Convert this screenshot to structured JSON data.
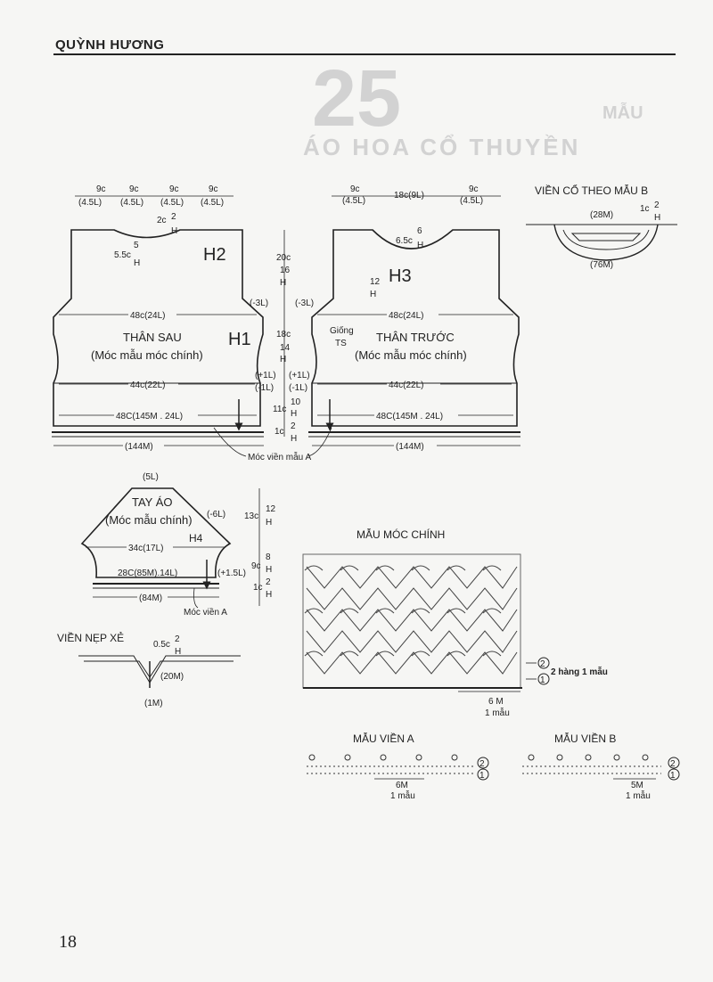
{
  "header": {
    "title": "QUỲNH HƯƠNG"
  },
  "page_number": "18",
  "ghost": {
    "number": "25",
    "title": "ÁO HOA CỔ THUYỀN",
    "mau": "MẪU"
  },
  "back": {
    "top_widths": [
      "9c",
      "9c",
      "9c",
      "9c"
    ],
    "top_sub": [
      "(4.5L)",
      "(4.5L)",
      "(4.5L)",
      "(4.5L)"
    ],
    "neck_depth": "5.5c",
    "neck_h": "5",
    "neck_h2": "H",
    "neck_side": "2c",
    "neck_side_h": "2",
    "h": "H",
    "label": "H2",
    "width_48": "48c(24L)",
    "title": "THÂN SAU",
    "subtitle": "(Móc mẫu móc chính)",
    "num": "H1",
    "width_44": "44c(22L)",
    "bottom": "48C(145M . 24L)",
    "chain": "(144M)",
    "dec": "(-3L)"
  },
  "front": {
    "top_left": "9c",
    "top_left_sub": "(4.5L)",
    "top_mid": "18c(9L)",
    "top_right": "9c",
    "top_right_sub": "(4.5L)",
    "neck_depth": "6.5c",
    "neck_h": "6",
    "neck_h2": "H",
    "armhole": "12",
    "armhole_h": "H",
    "label": "H3",
    "dec": "(-3L)",
    "same": "Giống",
    "same2": "TS",
    "width_48": "48c(24L)",
    "title": "THÂN TRƯỚC",
    "subtitle": "(Móc mẫu móc chính)",
    "width_44": "44c(22L)",
    "bottom": "48C(145M . 24L)",
    "chain": "(144M)"
  },
  "center": {
    "c20": "20c",
    "h16": "16",
    "h": "H",
    "c18": "18c",
    "h14": "14",
    "inc1": "(+1L)",
    "dec1": "(-1L)",
    "c11": "11c",
    "h10": "10",
    "c1": "1c",
    "h2": "2",
    "border": "Móc viền mẫu A"
  },
  "neckband": {
    "title": "VIỀN CỔ THEO MẪU B",
    "inner": "(28M)",
    "outer": "(76M)",
    "c1": "1c",
    "h2": "2",
    "h": "H"
  },
  "sleeve": {
    "top": "(5L)",
    "title": "TAY ÁO",
    "subtitle": "(Móc mẫu chính)",
    "dec": "(-6L)",
    "num": "H4",
    "width_34": "34c(17L)",
    "bottom": "28C(85M).14L)",
    "inc": "(+1.5L)",
    "chain": "(84M)",
    "border": "Móc viền A",
    "c13": "13c",
    "h12": "12",
    "c9": "9c",
    "h8": "8",
    "c1": "1c",
    "h2": "2",
    "h": "H"
  },
  "placket": {
    "title": "VIỀN NẸP XẺ",
    "c05": "0.5c",
    "h2": "2",
    "h": "H",
    "m20": "(20M)",
    "m1": "(1M)"
  },
  "main_pattern": {
    "title": "MẪU MÓC CHÍNH",
    "rows": "2 hàng 1 mẫu",
    "row2": "2",
    "row1": "1",
    "repeat": "6 M",
    "repeat2": "1 mẫu"
  },
  "pattern_a": {
    "title": "MẪU VIỀN A",
    "repeat": "6M",
    "repeat2": "1 mẫu",
    "row2": "2",
    "row1": "1"
  },
  "pattern_b": {
    "title": "MẪU VIỀN B",
    "repeat": "5M",
    "repeat2": "1 mẫu",
    "row2": "2",
    "row1": "1"
  }
}
